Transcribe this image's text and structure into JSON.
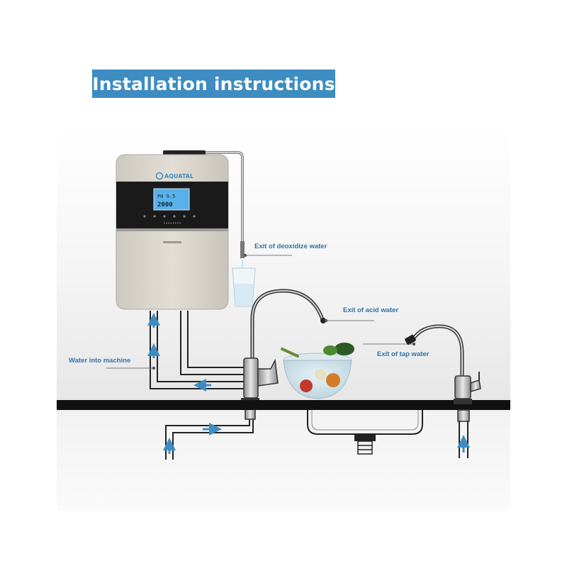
{
  "title": "Installation instructions",
  "brand": "AQUATAL",
  "display": {
    "line1": "PH 9.5",
    "line2": "2000"
  },
  "labels": {
    "deoxidize": "Exit of deoxidize water",
    "acid": "Exit of acid water",
    "tap": "Exit of tap water",
    "water_in": "Water into machine"
  },
  "colors": {
    "banner": "#3d8cc2",
    "label_text": "#2f72a6",
    "machine_body": "#d9d5cc",
    "machine_panel": "#1a1a1a",
    "screen": "#5ab0e8",
    "counter": "#111111",
    "pipe_outline": "#222222",
    "flow_arrow": "#3d8cc2"
  }
}
